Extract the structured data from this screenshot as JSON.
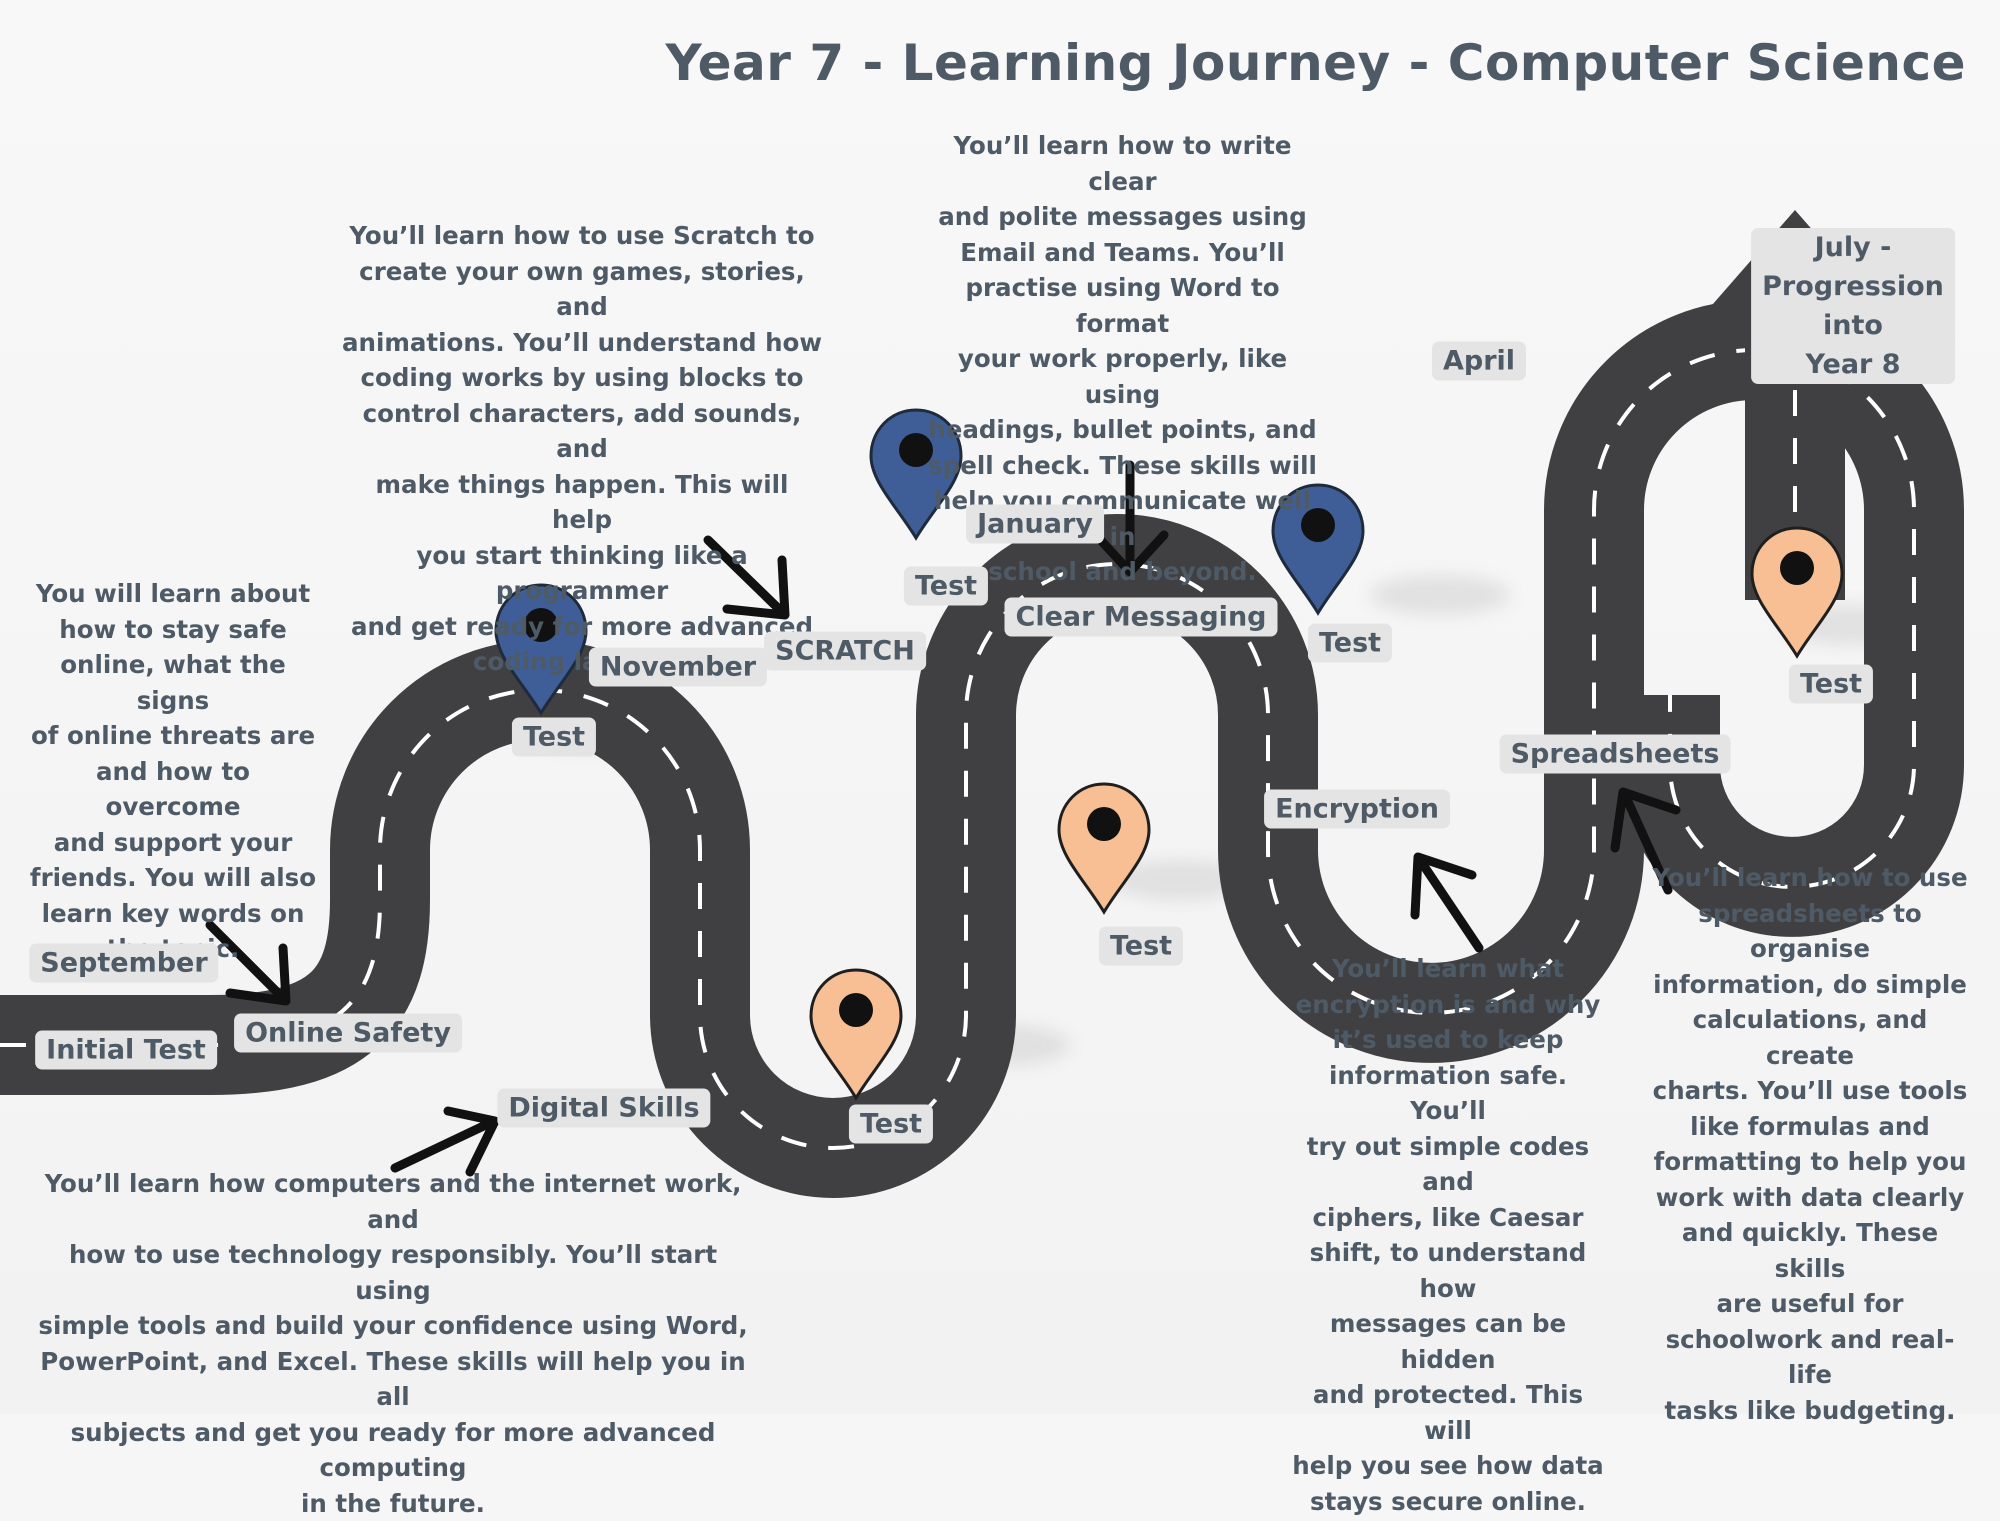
{
  "title": "Year 7 - Learning Journey - Computer Science",
  "colors": {
    "road": "#404042",
    "road_dash": "#ffffff",
    "pin_blue": "#3f5e97",
    "pin_orange": "#f7bf93",
    "text": "#4e5a66",
    "label_bg": "#e4e4e4"
  },
  "labels": {
    "september": "September",
    "initial_test": "Initial Test",
    "online_safety": "Online Safety",
    "test_1": "Test",
    "november": "November",
    "digital_skills": "Digital Skills",
    "test_2": "Test",
    "scratch": "SCRATCH",
    "test_3": "Test",
    "january": "January",
    "clear_messaging": "Clear Messaging",
    "test_4": "Test",
    "test_5": "Test",
    "encryption": "Encryption",
    "april": "April",
    "spreadsheets": "Spreadsheets",
    "test_6": "Test",
    "july": "July -\nProgression into\nYear 8"
  },
  "descriptions": {
    "online_safety": "You will learn about\nhow to stay safe\nonline, what the signs\nof online threats are\nand how to overcome\nand support your\nfriends. You will also\nlearn key words on\nthe topic.",
    "scratch": "You’ll learn how to use Scratch to\ncreate your own games, stories, and\nanimations. You’ll understand how\ncoding works by using blocks to\ncontrol characters, add sounds, and\nmake things happen. This will help\nyou start thinking like a programmer\nand get ready for more advanced\ncoding later on.",
    "clear_messaging": "You’ll learn how to write clear\nand polite messages using\nEmail and Teams. You’ll\npractise using Word to format\nyour work properly, like using\nheadings, bullet points, and\nspell check. These skills will\nhelp you communicate well in\nschool and beyond.",
    "digital_skills": "You’ll learn how computers and the internet work, and\nhow to use technology responsibly. You’ll start using\nsimple tools and build your confidence using Word,\nPowerPoint, and Excel. These skills will help you in all\nsubjects and get you ready for more advanced computing\nin the future.",
    "encryption": "You’ll learn what\nencryption is and why\nit’s used to keep\ninformation safe. You’ll\ntry out simple codes and\nciphers, like Caesar\nshift, to understand how\nmessages can be hidden\nand protected. This will\nhelp you see how data\nstays secure online.",
    "spreadsheets": "You’ll learn how to use\nspreadsheets to organise\ninformation, do simple\ncalculations, and create\ncharts. You’ll use tools\nlike formulas and\nformatting to help you\nwork with data clearly\nand quickly. These skills\nare useful for\nschoolwork and real-life\ntasks like budgeting."
  },
  "pins": [
    {
      "id": "pin-1",
      "color": "blue"
    },
    {
      "id": "pin-2",
      "color": "orange"
    },
    {
      "id": "pin-3",
      "color": "blue"
    },
    {
      "id": "pin-4",
      "color": "orange"
    },
    {
      "id": "pin-5",
      "color": "blue"
    },
    {
      "id": "pin-6",
      "color": "orange"
    }
  ]
}
